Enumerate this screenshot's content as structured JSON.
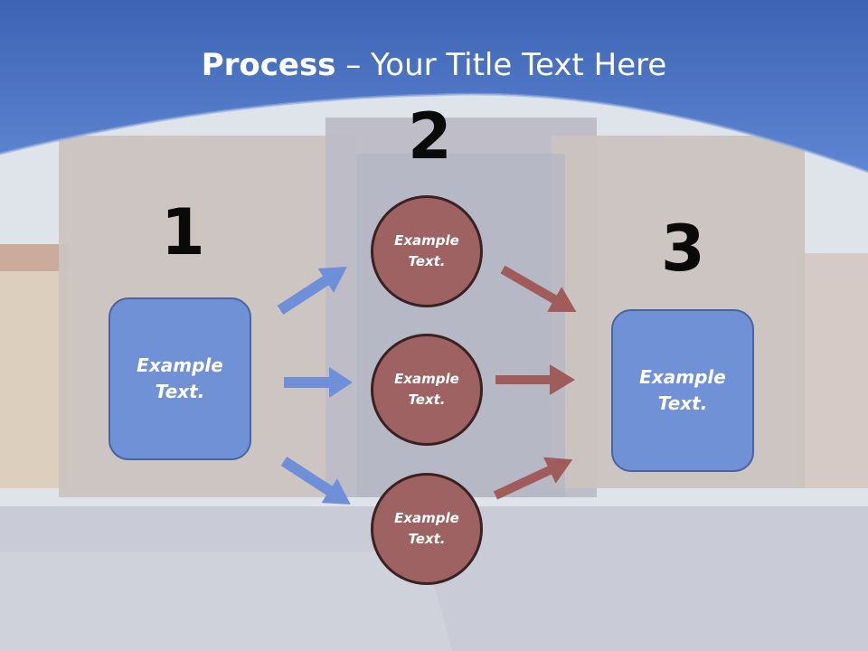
{
  "title": {
    "bold": "Process",
    "rest": "– Your Title Text Here"
  },
  "steps": {
    "one": "1",
    "two": "2",
    "three": "3"
  },
  "boxes": {
    "left": {
      "line1": "Example",
      "line2": "Text."
    },
    "right": {
      "line1": "Example",
      "line2": "Text."
    }
  },
  "circles": [
    {
      "line1": "Example",
      "line2": "Text."
    },
    {
      "line1": "Example",
      "line2": "Text."
    },
    {
      "line1": "Example",
      "line2": "Text."
    }
  ],
  "colors": {
    "banner": "#4b71c2",
    "box_fill": "#7191d6",
    "circle_fill": "#9d6261",
    "arrow_blue": "#6f90d8",
    "arrow_red": "#a05b5b"
  }
}
